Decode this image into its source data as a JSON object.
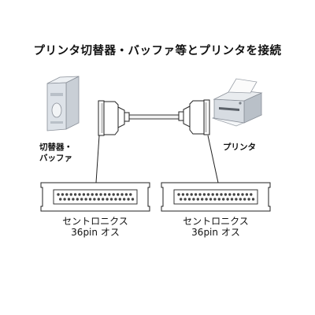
{
  "title": "プリンタ切替器・バッファ等とプリンタを接続",
  "devices": {
    "left_label_line1": "切替器・",
    "left_label_line2": "バッファ",
    "right_label": "プリンタ"
  },
  "connectors": [
    {
      "line1": "セントロニクス",
      "line2": "36pin オス"
    },
    {
      "line1": "セントロニクス",
      "line2": "36pin オス"
    }
  ]
}
